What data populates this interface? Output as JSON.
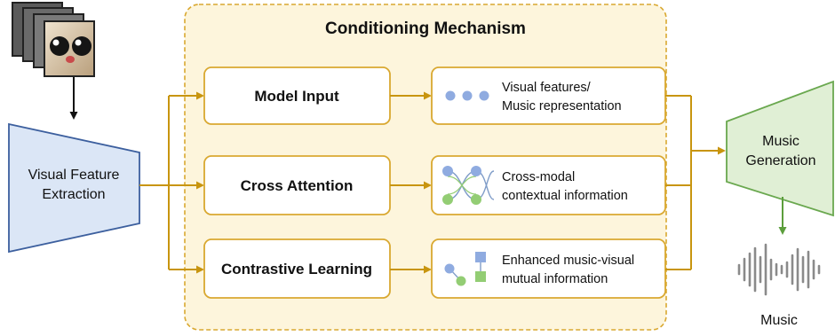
{
  "panel": {
    "title": "Conditioning Mechanism"
  },
  "input": {
    "label_line1": "Visual Feature",
    "label_line2": "Extraction"
  },
  "methods": [
    {
      "label": "Model Input",
      "desc_line1": "Visual features/",
      "desc_line2": "Music representation",
      "icon": "three-dots-icon"
    },
    {
      "label": "Cross Attention",
      "desc_line1": "Cross-modal",
      "desc_line2": "contextual information",
      "icon": "cross-attention-icon"
    },
    {
      "label": "Contrastive Learning",
      "desc_line1": "Enhanced music-visual",
      "desc_line2": "mutual information",
      "icon": "contrastive-icon"
    }
  ],
  "output": {
    "label_line1": "Music",
    "label_line2": "Generation",
    "result_label": "Music",
    "result_icon": "waveform-icon"
  },
  "colors": {
    "panel_fill": "#fdf5dc",
    "panel_border": "#d9a830",
    "box_border": "#d9a830",
    "arrow": "#c8950f",
    "input_fill": "#dbe6f6",
    "input_border": "#3c5f9e",
    "output_fill": "#e0efd5",
    "output_border": "#6aa84f",
    "node_blue": "#8fabe0",
    "node_green": "#93cd74"
  },
  "input_images": {
    "icon": "video-frames-icon"
  }
}
